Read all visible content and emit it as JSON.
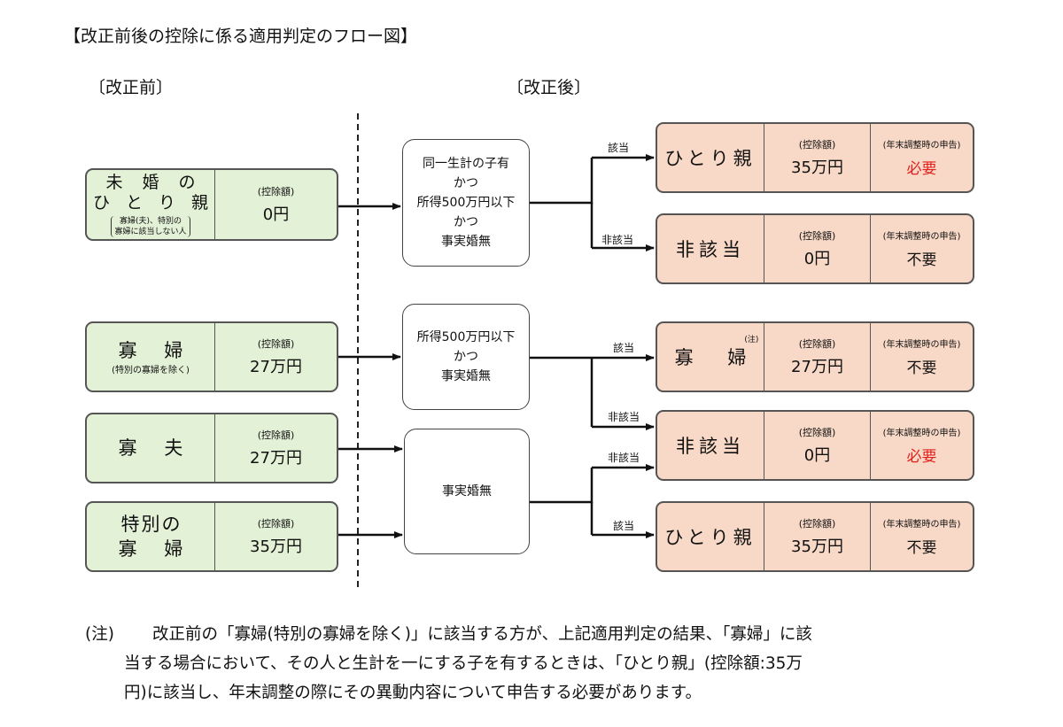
{
  "title": "【改正前後の控除に係る適用判定のフロー図】",
  "section_before": "〔改正前〕",
  "section_after": "〔改正後〕",
  "label_deduction": "(控除額)",
  "label_declaration": "(年末調整時の申告)",
  "before": [
    {
      "name_line1": "未 婚 の",
      "name_line2": "ひ と り 親",
      "sub_line1": "寡婦(夫)、特別の",
      "sub_line2": "寡婦に該当しない人",
      "amount": "0円"
    },
    {
      "name_line1": "寡 婦",
      "sub": "(特別の寡婦を除く)",
      "amount": "27万円"
    },
    {
      "name_line1": "寡 夫",
      "amount": "27万円"
    },
    {
      "name_line1": "特別の",
      "name_line2": "寡 婦",
      "amount": "35万円"
    }
  ],
  "conditions": [
    {
      "line1": "同一生計の子有",
      "line2": "かつ",
      "line3": "所得500万円以下",
      "line4": "かつ",
      "line5": "事実婚無"
    },
    {
      "line1": "所得500万円以下",
      "line2": "かつ",
      "line3": "事実婚無"
    },
    {
      "line1": "事実婚無"
    }
  ],
  "branches": {
    "applies": "該当",
    "not_applies": "非該当"
  },
  "after": [
    {
      "name": "ひとり親",
      "amount": "35万円",
      "declaration": "必要"
    },
    {
      "name": "非該当",
      "amount": "0円",
      "declaration": "不要"
    },
    {
      "name": "寡 婦",
      "note_mark": "(注)",
      "amount": "27万円",
      "declaration": "不要"
    },
    {
      "name": "非該当",
      "amount": "0円",
      "declaration": "必要"
    },
    {
      "name": "ひとり親",
      "amount": "35万円",
      "declaration": "不要"
    }
  ],
  "colors": {
    "before_fill": "#e3f1d7",
    "after_fill": "#f8d8c6",
    "highlight": "#e0201c"
  },
  "note": {
    "head": "(注)",
    "line1": "改正前の「寡婦(特別の寡婦を除く)」に該当する方が、上記適用判定の結果、「寡婦」に該",
    "line2": "当する場合において、その人と生計を一にする子を有するときは、「ひとり親」(控除額:35万",
    "line3": "円)に該当し、年末調整の際にその異動内容について申告する必要があります。"
  }
}
